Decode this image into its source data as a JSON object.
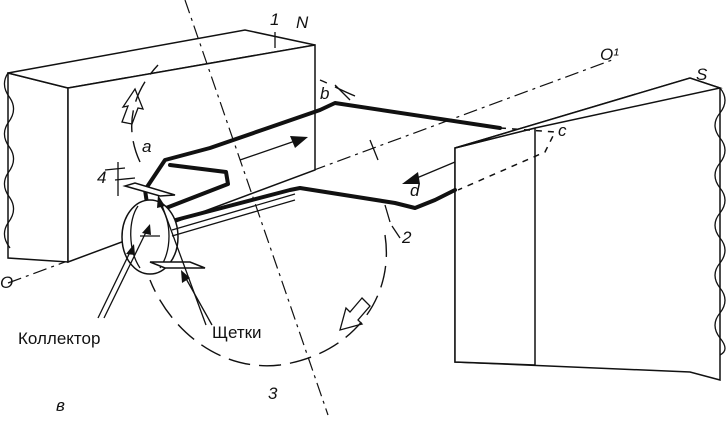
{
  "labels": {
    "pole_n": "N",
    "pole_s": "S",
    "axis_o": "O",
    "axis_o1": "O¹",
    "point_a": "a",
    "point_b": "b",
    "point_c": "c",
    "point_d": "d",
    "num_1": "1",
    "num_2": "2",
    "num_3": "3",
    "num_4": "4",
    "figure_letter": "в"
  },
  "captions": {
    "collector": "Коллектор",
    "brushes": "Щетки"
  }
}
